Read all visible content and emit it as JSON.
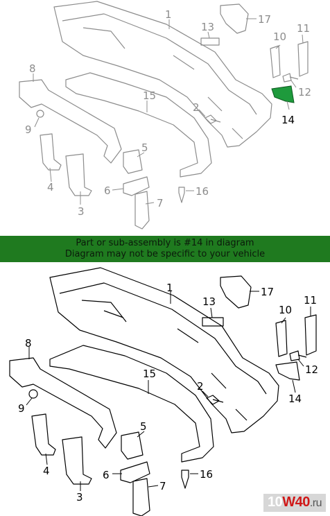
{
  "diagram": {
    "callouts": [
      "1",
      "2",
      "3",
      "4",
      "5",
      "6",
      "7",
      "8",
      "9",
      "10",
      "11",
      "12",
      "13",
      "14",
      "15",
      "16",
      "17"
    ],
    "highlighted_part": "14",
    "colors": {
      "top_line": "#8c8c8c",
      "highlight_fill": "#1e9a3c",
      "bottom_line": "#000000",
      "banner_bg": "#1f7a1f"
    }
  },
  "banner": {
    "line1": "Part or sub-assembly is #14 in diagram",
    "line2": "Diagram may not be specific to your vehicle"
  },
  "watermark": {
    "part1": "10",
    "part2": "W40",
    "part3": ".ru"
  }
}
